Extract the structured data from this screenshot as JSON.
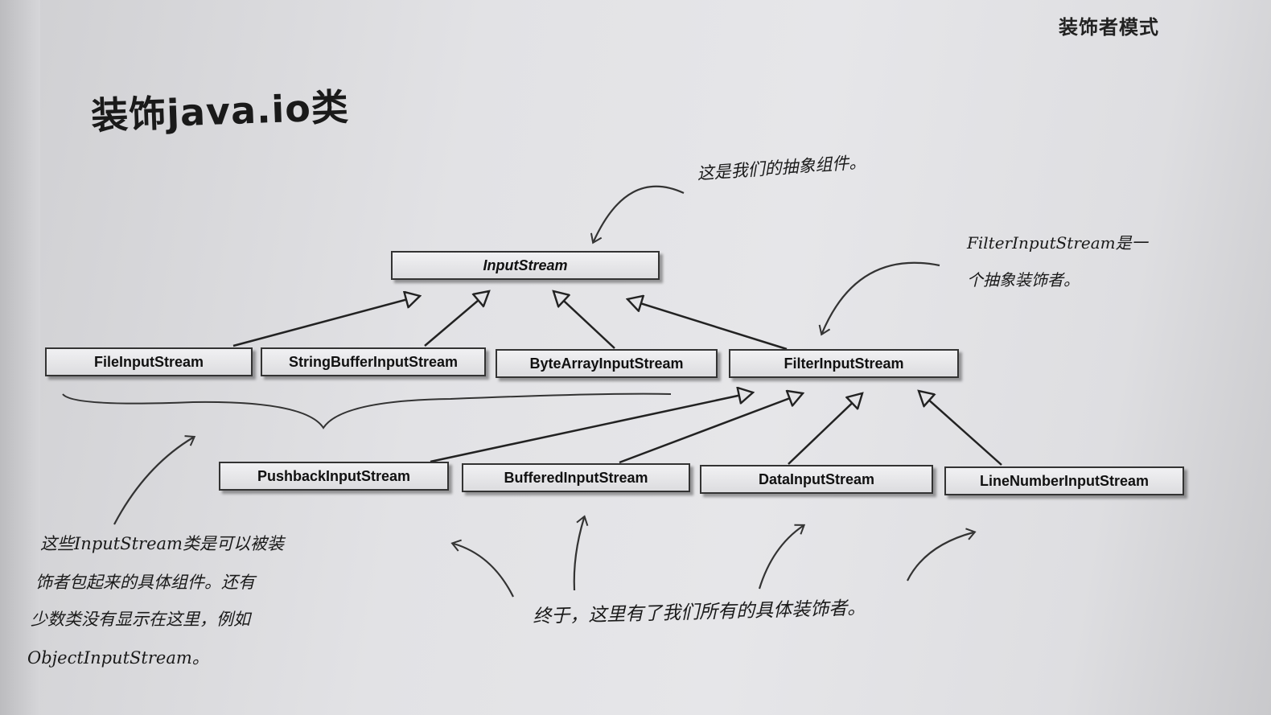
{
  "page": {
    "header": "装饰者模式",
    "title": "装饰java.io类"
  },
  "diagram": {
    "root": "InputStream",
    "level1": [
      "FileInputStream",
      "StringBufferInputStream",
      "ByteArrayInputStream",
      "FilterInputStream"
    ],
    "level2": [
      "PushbackInputStream",
      "BufferedInputStream",
      "DataInputStream",
      "LineNumberInputStream"
    ]
  },
  "annotations": {
    "abstract_component": "这是我们的抽象组件。",
    "abstract_decorator_line1": "FilterInputStream是一",
    "abstract_decorator_line2": "个抽象装饰者。",
    "concrete_components_line1": "这些InputStream类是可以被装",
    "concrete_components_line2": "饰者包起来的具体组件。还有",
    "concrete_components_line3": "少数类没有显示在这里，例如",
    "concrete_components_line4": "ObjectInputStream。",
    "concrete_decorators": "终于，这里有了我们所有的具体装饰者。"
  }
}
